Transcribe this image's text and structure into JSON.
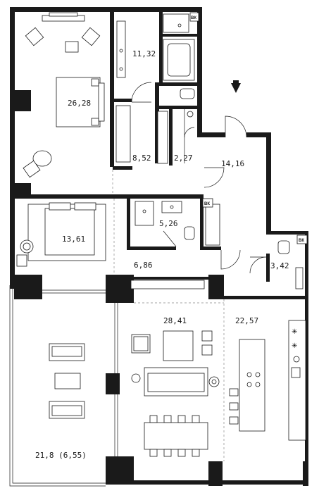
{
  "rooms": [
    {
      "key": "master_bedroom",
      "area": "26,28"
    },
    {
      "key": "master_bath",
      "area": "11,32"
    },
    {
      "key": "master_wardrobe",
      "area": "8,52"
    },
    {
      "key": "wc_hall",
      "area": "2,27"
    },
    {
      "key": "entrance_hall",
      "area": "14,16"
    },
    {
      "key": "bedroom_2",
      "area": "13,61"
    },
    {
      "key": "bathroom_2",
      "area": "5,26"
    },
    {
      "key": "corridor",
      "area": "6,86"
    },
    {
      "key": "guest_wc",
      "area": "3,42"
    },
    {
      "key": "living",
      "area": "28,41"
    },
    {
      "key": "kitchen",
      "area": "22,57"
    },
    {
      "key": "terrace",
      "area": "21,8 (6,55)"
    }
  ],
  "shafts": [
    {
      "key": "shaft_top",
      "label": "ВК"
    },
    {
      "key": "shaft_mid",
      "label": "ВК"
    },
    {
      "key": "shaft_right",
      "label": "ВК"
    }
  ],
  "colors": {
    "wall": "#1a1a1a",
    "background": "#ffffff",
    "dashed_zone": "#888888"
  }
}
